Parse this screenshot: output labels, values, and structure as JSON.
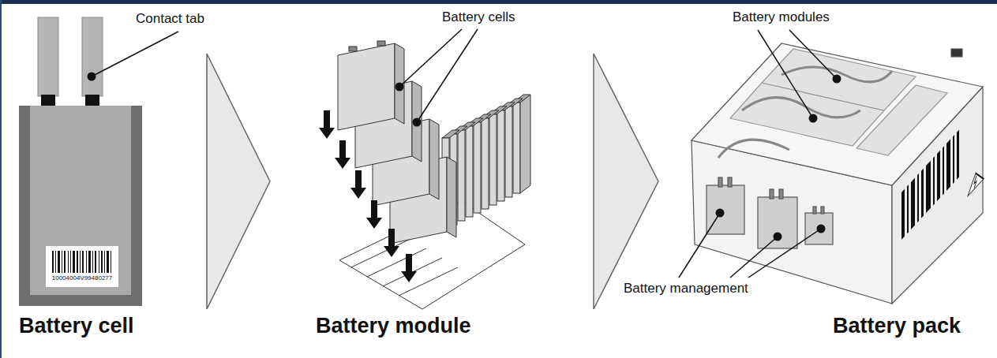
{
  "diagram": {
    "labels": [
      "Contact tab",
      "Battery cells",
      "Battery modules",
      "Battery management",
      "Battery cell",
      "Battery module",
      "Battery pack",
      "10004004V99480277"
    ]
  }
}
